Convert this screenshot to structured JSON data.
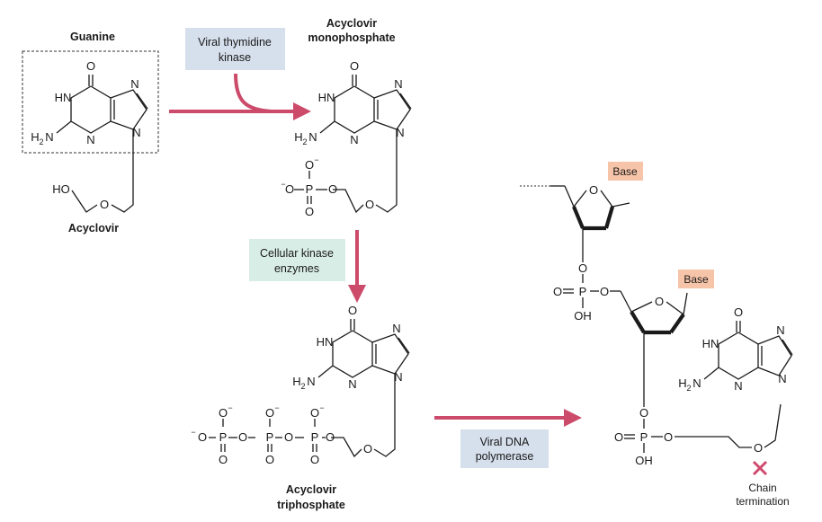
{
  "labels": {
    "guanine": "Guanine",
    "acyclovir": "Acyclovir",
    "acyclovir_mono_line1": "Acyclovir",
    "acyclovir_mono_line2": "monophosphate",
    "acyclovir_tri_line1": "Acyclovir",
    "acyclovir_tri_line2": "triphosphate",
    "chain_termination_line1": "Chain",
    "chain_termination_line2": "termination"
  },
  "enzymes": {
    "viral_tk_line1": "Viral thymidine",
    "viral_tk_line2": "kinase",
    "cellular_line1": "Cellular kinase",
    "cellular_line2": "enzymes",
    "viral_dna_line1": "Viral DNA",
    "viral_dna_line2": "polymerase"
  },
  "atoms": {
    "O": "O",
    "N": "N",
    "HN": "HN",
    "H": "H",
    "N_sub": "2",
    "HO": "HO",
    "OH": "OH",
    "P": "P",
    "minus": "−",
    "base": "Base"
  },
  "colors": {
    "arrow": "#cc4a6a",
    "blue_box": "#d6dfec",
    "green_box": "#d8ede6",
    "base_box": "#f6c4a8",
    "x_mark": "#d04a6e"
  }
}
